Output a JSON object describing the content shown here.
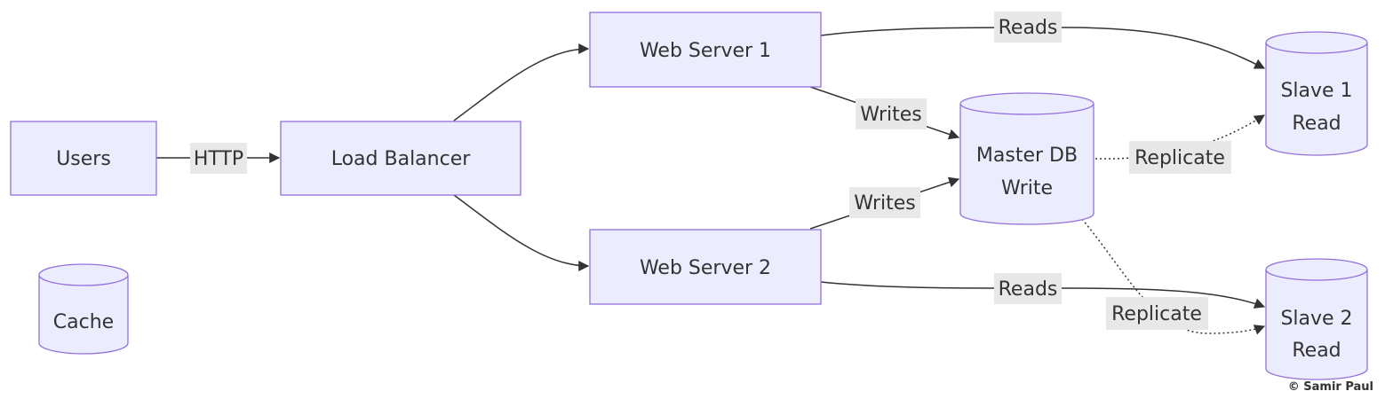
{
  "nodes": {
    "users": "Users",
    "load_balancer": "Load Balancer",
    "web_server_1": "Web Server 1",
    "web_server_2": "Web Server 2",
    "master_db": [
      "Master DB",
      "Write"
    ],
    "slave_1": [
      "Slave 1",
      "Read"
    ],
    "slave_2": [
      "Slave 2",
      "Read"
    ],
    "cache": "Cache"
  },
  "edges": {
    "users_to_lb": "HTTP",
    "ws1_writes": "Writes",
    "ws2_writes": "Writes",
    "ws1_reads": "Reads",
    "ws2_reads": "Reads",
    "replicate_slave1": "Replicate",
    "replicate_slave2": "Replicate"
  },
  "watermark": "© Samir Paul",
  "colors": {
    "node_fill": "#ECECFF",
    "node_stroke": "#9370DB",
    "edge": "#333333",
    "edge_label_bg": "#e8e8e8"
  }
}
